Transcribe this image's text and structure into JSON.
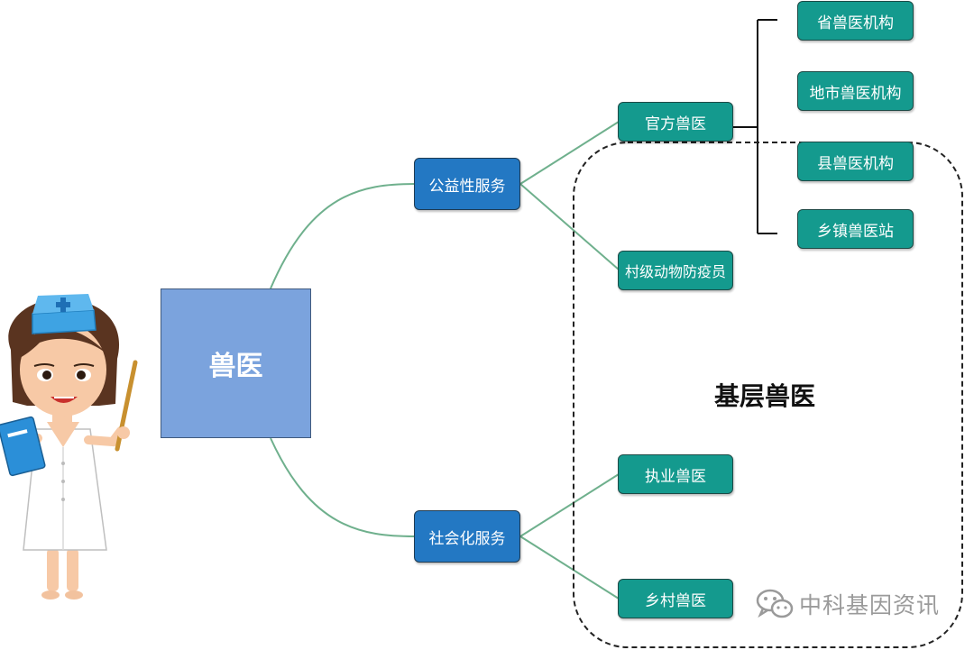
{
  "root": {
    "label": "兽医"
  },
  "branches": [
    {
      "label": "公益性服务",
      "children": [
        {
          "label": "官方兽医",
          "children": [
            "省兽医机构",
            "地市兽医机构",
            "县兽医机构",
            "乡镇兽医站"
          ]
        },
        {
          "label": "村级动物防疫员"
        }
      ]
    },
    {
      "label": "社会化服务",
      "children": [
        {
          "label": "执业兽医"
        },
        {
          "label": "乡村兽医"
        }
      ]
    }
  ],
  "region": {
    "label": "基层兽医"
  },
  "watermark": {
    "text": "中科基因资讯"
  },
  "colors": {
    "root": "#7ba3dd",
    "level1": "#2378c3",
    "level2": "#149a8e",
    "connector": "#6fb08d",
    "bracket": "#111111"
  },
  "icons": {
    "nurse": "nurse-cartoon-illustration",
    "watermark": "wechat-icon"
  }
}
